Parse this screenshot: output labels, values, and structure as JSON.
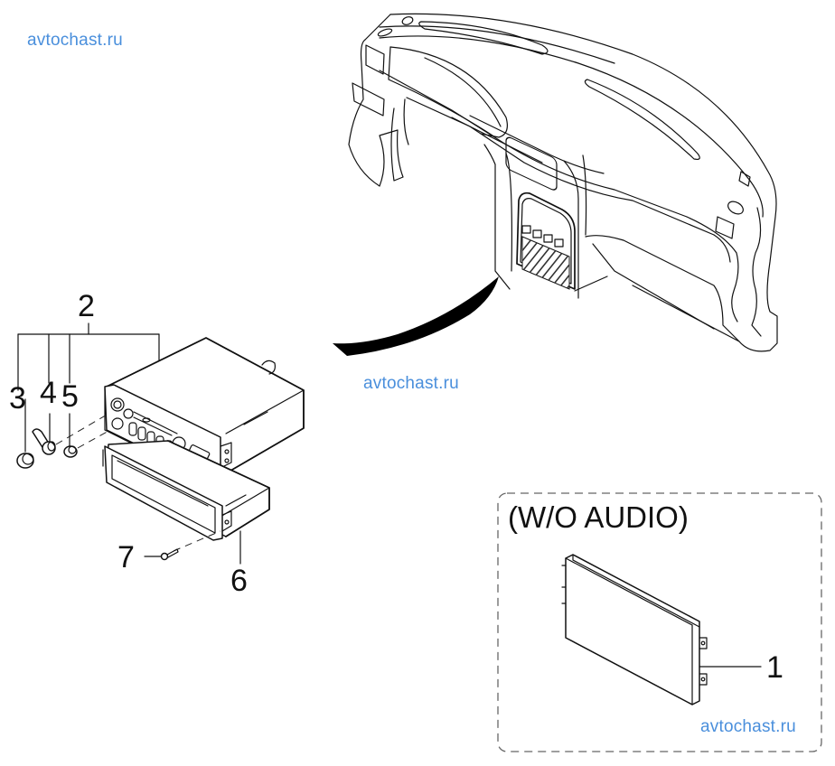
{
  "watermarks": [
    {
      "text": "avtochast.ru"
    },
    {
      "text": "avtochast.ru"
    },
    {
      "text": "avtochast.ru"
    }
  ],
  "callouts": {
    "c1": "1",
    "c2": "2",
    "c3": "3",
    "c4": "4",
    "c5": "5",
    "c6": "6",
    "c7": "7"
  },
  "variant_box": {
    "label": "(W/O AUDIO)"
  },
  "parts": [
    {
      "ref": "1",
      "name": "blank-cover-plate"
    },
    {
      "ref": "2",
      "name": "audio-head-unit"
    },
    {
      "ref": "3",
      "name": "knob"
    },
    {
      "ref": "4",
      "name": "knob"
    },
    {
      "ref": "5",
      "name": "knob"
    },
    {
      "ref": "6",
      "name": "pocket-bracket"
    },
    {
      "ref": "7",
      "name": "screw"
    }
  ],
  "colors": {
    "watermark": "#4a8fdc",
    "line": "#111111"
  }
}
